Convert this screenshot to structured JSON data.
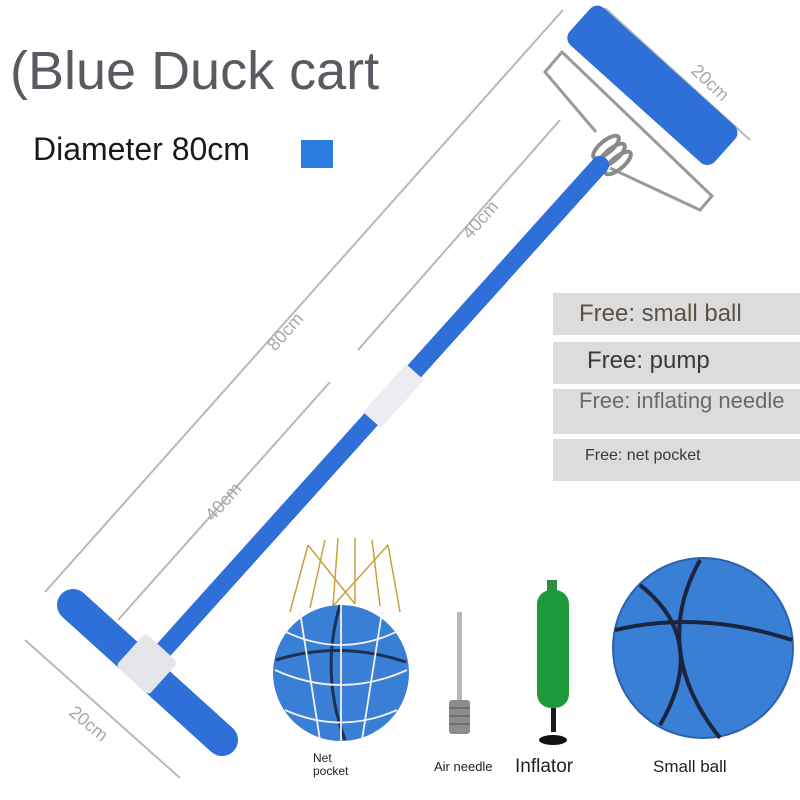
{
  "title": "(Blue Duck cart",
  "diameter_label": "Diameter 80cm",
  "swatch_color": "#2b7ce0",
  "dimensions": {
    "top_head": "20cm",
    "upper_pole": "40cm",
    "overall": "80cm",
    "lower_pole": "40cm",
    "bottom_head": "20cm"
  },
  "freebies": [
    "Free: small ball",
    "Free: pump",
    "Free: inflating needle",
    "Free: net pocket"
  ],
  "captions": {
    "net_pocket": "Net pocket",
    "air_needle": "Air needle",
    "inflator": "Inflator",
    "small_ball": "Small ball"
  },
  "colors": {
    "pole_blue": "#2f6fd8",
    "ball_blue": "#3a7fd6",
    "pump_green": "#1f9a3a",
    "dimension_line": "#b8b8b8"
  }
}
